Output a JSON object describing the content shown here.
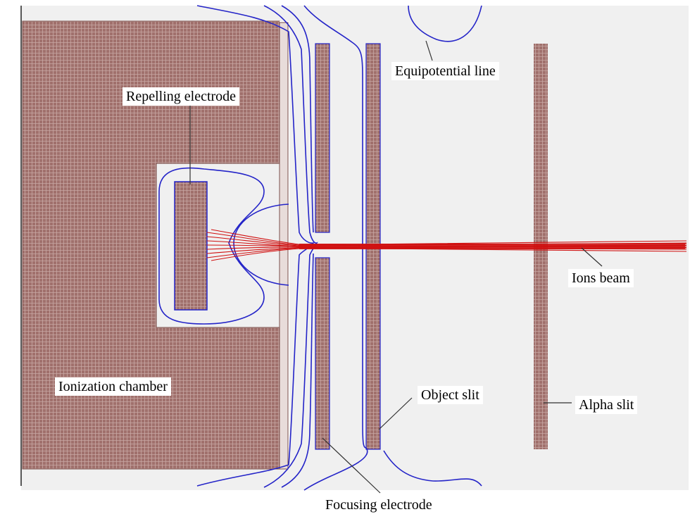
{
  "labels": {
    "repelling_electrode": "Repelling  electrode",
    "equipotential_line": "Equipotential line",
    "ions_beam": "Ions beam",
    "ionization_chamber": "Ionization chamber",
    "object_slit": "Object slit",
    "alpha_slit": "Alpha slit",
    "focusing_electrode": "Focusing  electrode"
  },
  "colors": {
    "background": "#f0f0f0",
    "electrode_fill": "#a0706c",
    "electrode_grid": "#c8a8a4",
    "equipotential": "#2424c8",
    "ion_beam": "#d01010",
    "leader": "#303030"
  }
}
